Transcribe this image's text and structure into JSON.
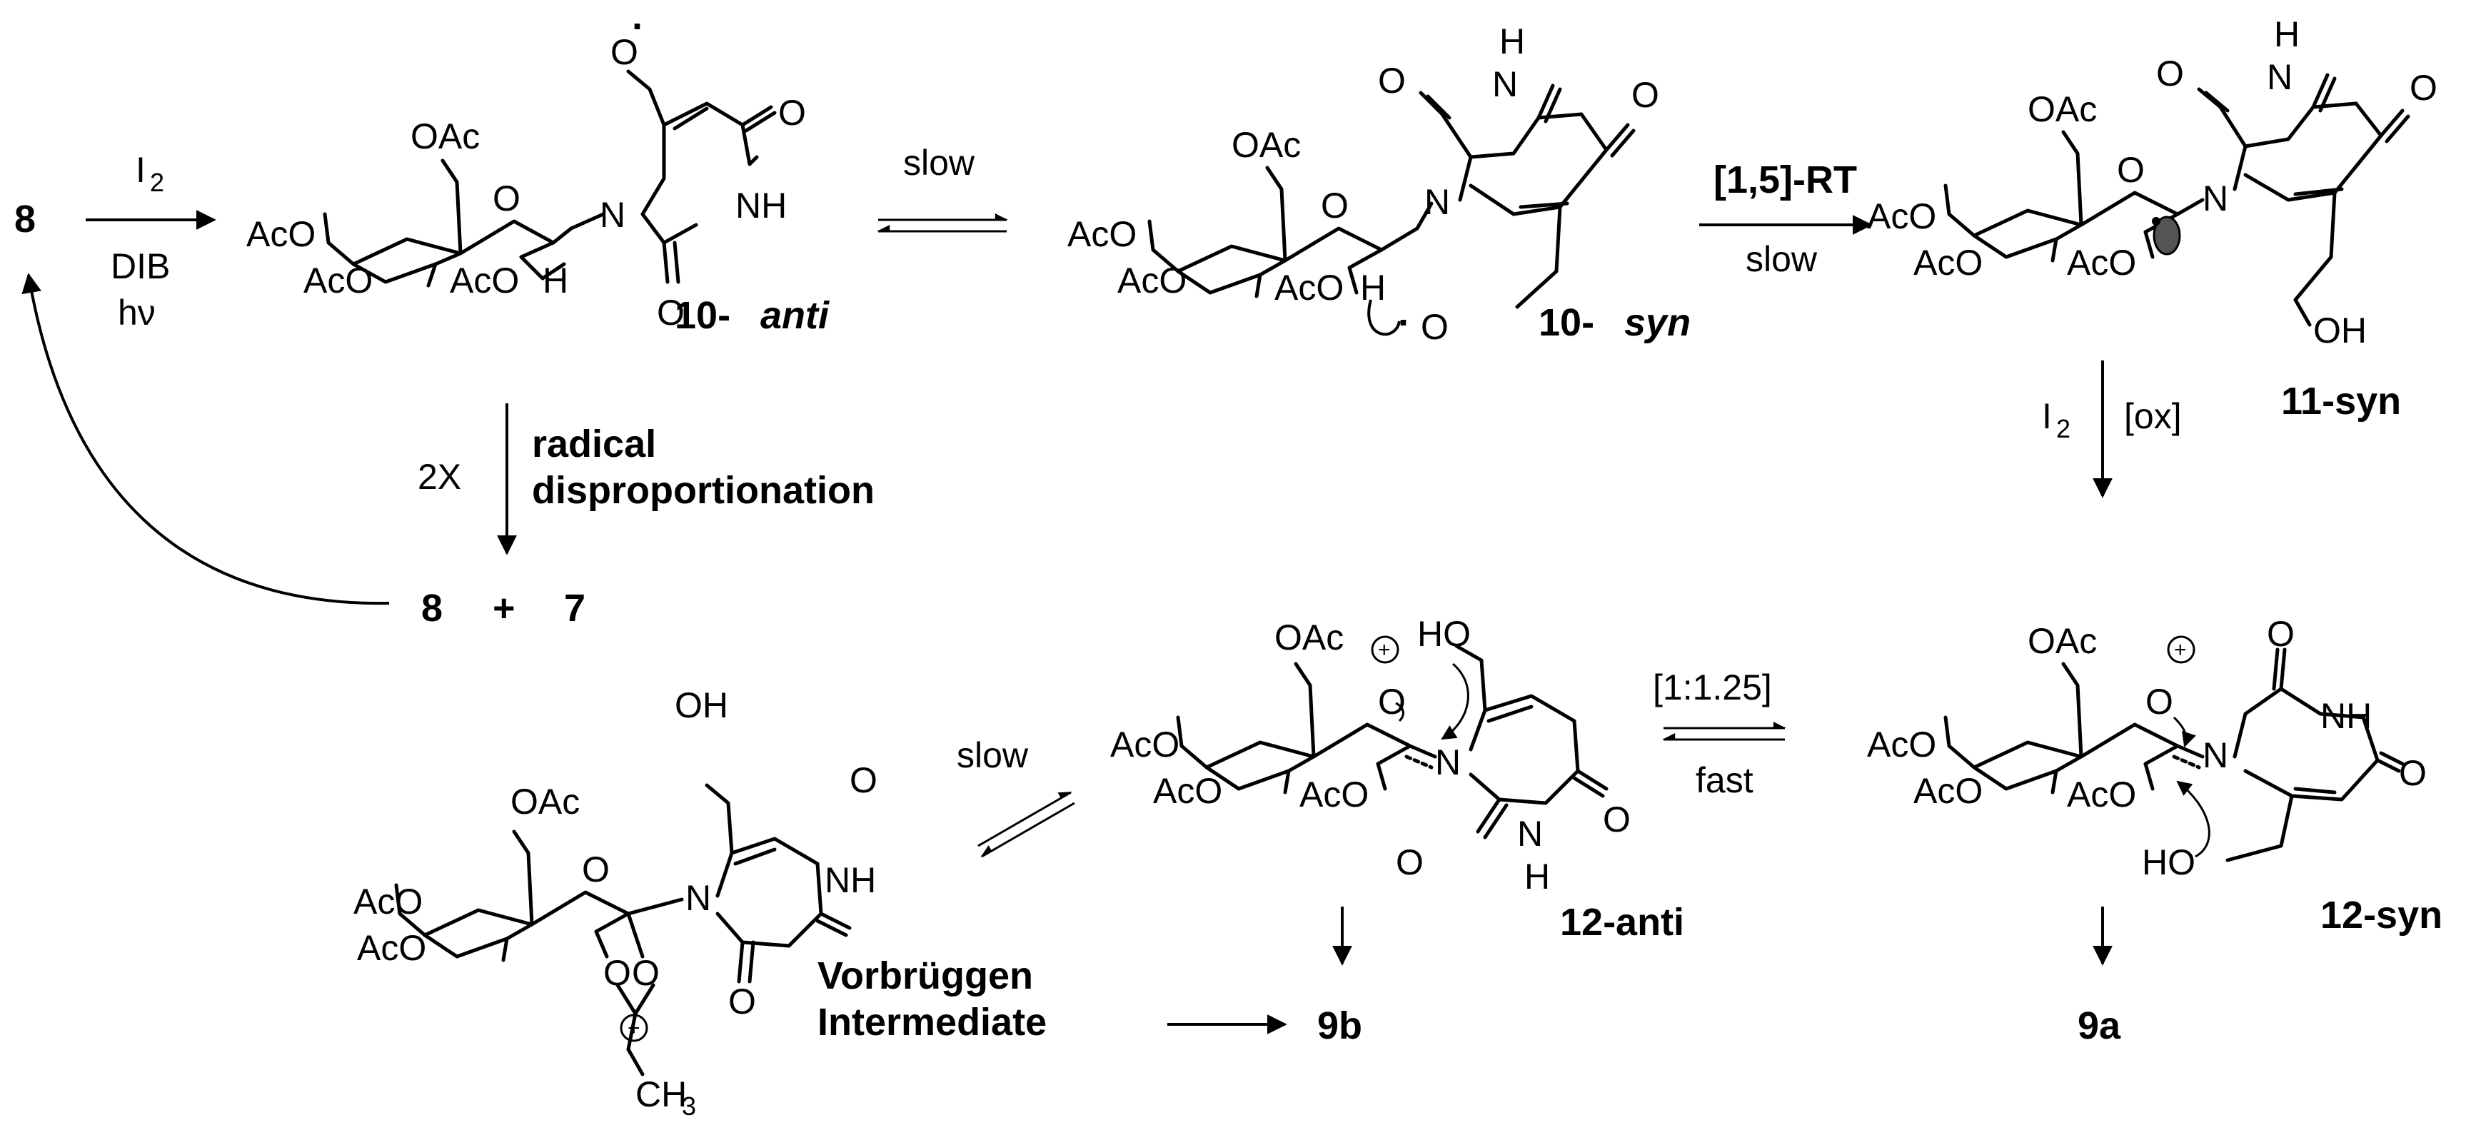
{
  "compounds": {
    "start_8": "8",
    "c10_anti_num": "10-",
    "c10_anti_sfx": "anti",
    "c10_syn_num": "10-",
    "c10_syn_sfx": "syn",
    "c11_syn": "11-syn",
    "prod_8": "8",
    "plus": "+",
    "prod_7": "7",
    "c12_anti": "12-anti",
    "c12_syn": "12-syn",
    "p9b": "9b",
    "p9a": "9a"
  },
  "reagents": {
    "i2_a": "I",
    "i2_a_sub": "2",
    "dib": "DIB",
    "hv": "hν",
    "slow_1": "slow",
    "rt": "[1,5]-RT",
    "slow_2": "slow",
    "i2_b": "I",
    "i2_b_sub": "2",
    "ox": "[ox]",
    "twox": "2X",
    "radical": "radical",
    "disproportionation": "disproportionation",
    "ratio": "[1:1.25]",
    "fast": "fast",
    "slow_3": "slow",
    "vorbruggen_1": "Vorbrüggen",
    "vorbruggen_2": "Intermediate"
  },
  "atoms": {
    "oac": "OAc",
    "aco": "AcO",
    "o": "O",
    "n": "N",
    "h": "H",
    "nh": "NH",
    "oh": "OH",
    "ho": "HO",
    "aco_h": "AcO H",
    "ch3": "CH",
    "ch3_sub": "3",
    "plus_charge": "+",
    "dot": "·"
  }
}
